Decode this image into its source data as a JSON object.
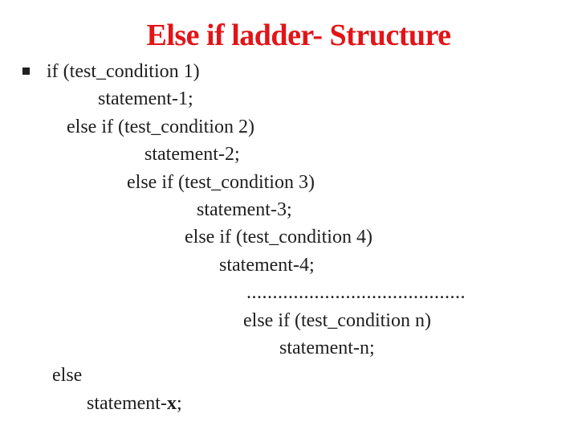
{
  "slide": {
    "title": "Else if ladder- Structure",
    "colors": {
      "title": "#e21418",
      "body_text": "#202020",
      "background": "#ffffff"
    }
  },
  "bullet": {
    "icon": "square-bullet-icon"
  },
  "code": {
    "lines": [
      "if (test_condition 1)",
      "statement-1;",
      "else if (test_condition 2)",
      "statement-2;",
      "else if (test_condition 3)",
      "statement-3;",
      "else if (test_condition 4)",
      "statement-4;",
      "..........................................",
      "else if (test_condition n)",
      "statement-n;",
      "else"
    ],
    "last_line": {
      "prefix": "statement-",
      "bold": "x",
      "suffix": ";"
    }
  }
}
